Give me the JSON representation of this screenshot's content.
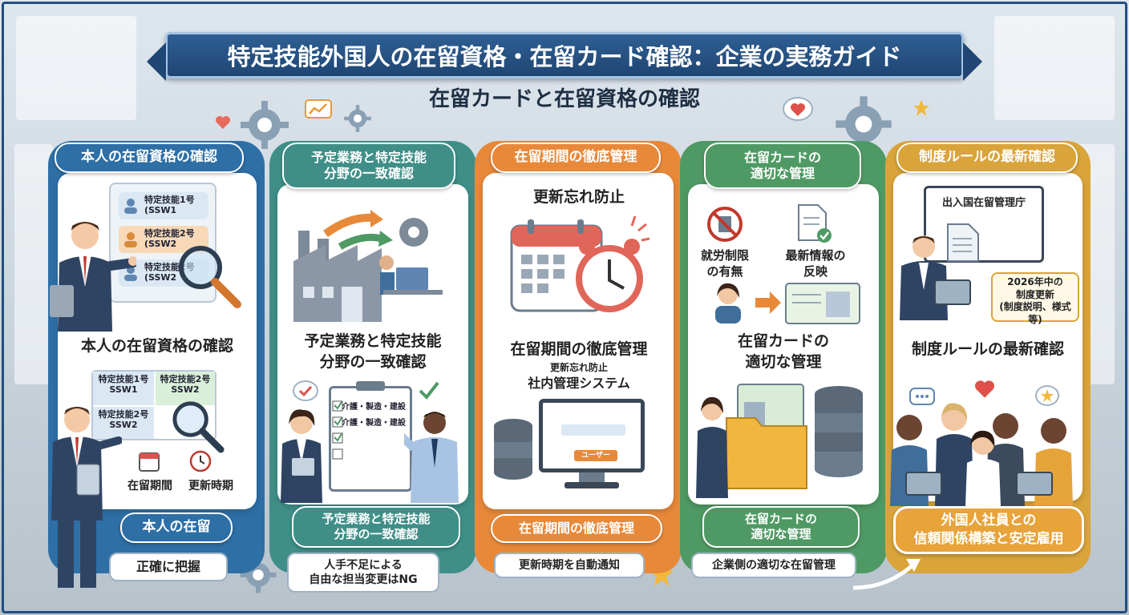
{
  "header": {
    "title": "特定技能外国人の在留資格・在留カード確認：企業の実務ガイド",
    "subtitle": "在留カードと在留資格の確認"
  },
  "colors": {
    "blue": "#2e6fa6",
    "teal": "#3f8f88",
    "orange": "#e8893a",
    "green": "#4f9a64",
    "amber": "#d9a43a",
    "navy": "#1f4674"
  },
  "sections": [
    {
      "top_pill": "本人の在留資格の確認",
      "main_label": "本人の在留資格の確認",
      "chips_top": [
        "特定技能1号\n(SSW1",
        "特定技能2号\n(SSW2",
        "特定技能2号\n(SSW2"
      ],
      "chips_table": [
        "特定技能1号\nSSW1",
        "特定技能2号\nSSW2",
        "特定技能2号\nSSW2"
      ],
      "icon_labels": [
        "在留期間",
        "更新時期"
      ],
      "bottom_pill": "本人の在留",
      "bottom_box": "正確に把握"
    },
    {
      "top_pill": "予定業務と特定技能\n分野の一致確認",
      "main_label": "予定業務と特定技能\n分野の一致確認",
      "checklist": [
        "介護・製造・建設",
        "介護・製造・建設"
      ],
      "bottom_pill": "予定業務と特定技能\n分野の一致確認",
      "bottom_box": "人手不足による\n自由な担当変更はNG"
    },
    {
      "top_pill": "在留期間の徹底管理",
      "top_text": "更新忘れ防止",
      "main_label": "在留期間の徹底管理",
      "sub_small": "更新忘れ防止",
      "sub_label": "社内管理システム",
      "screen_button": "ユーザー",
      "bottom_pill": "在留期間の徹底管理",
      "bottom_box": "更新時期を自動通知"
    },
    {
      "top_pill": "在留カードの\n適切な管理",
      "icon_left": "就労制限\nの有無",
      "icon_right": "最新情報の\n反映",
      "main_label": "在留カードの\n適切な管理",
      "bottom_pill": "在留カードの\n適切な管理",
      "bottom_box": "企業側の適切な在留管理"
    },
    {
      "top_pill": "制度ルールの最新確認",
      "screen_title": "出入国在留管理庁",
      "bubble": "2026年中の\n制度更新\n(制度説明、様式等)",
      "main_label": "制度ルールの最新確認",
      "bottom_pill": "外国人社員との\n信頼関係構築と安定雇用"
    }
  ]
}
